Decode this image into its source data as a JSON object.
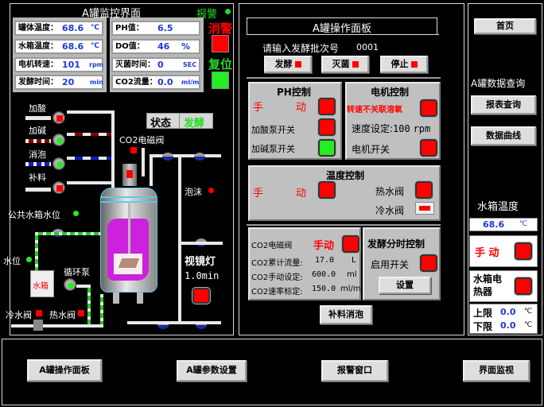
{
  "monitor": {
    "title": "A罐监控界面",
    "alarm_label": "报警",
    "silence_label": "消警",
    "reset_label": "复位",
    "fields": [
      {
        "label": "罐体温度：",
        "value": "68.6",
        "unit": "℃"
      },
      {
        "label": "水箱温度：",
        "value": "68.6",
        "unit": "℃"
      },
      {
        "label": "电机转速：",
        "value": "101",
        "unit": "rpm"
      },
      {
        "label": "发酵时间：",
        "value": "20",
        "unit": "min"
      },
      {
        "label": "PH值：",
        "value": "6.5",
        "unit": ""
      },
      {
        "label": "DO值：",
        "value": "46",
        "unit": "%"
      },
      {
        "label": "灭菌时间：",
        "value": "0",
        "unit": "SEC"
      },
      {
        "label": "CO2流量：",
        "value": "0.0",
        "unit": "ml/m"
      }
    ],
    "status_label": "状态",
    "status_value": "发酵",
    "pumps": [
      "加酸",
      "加碱",
      "消泡",
      "补料"
    ],
    "co2_valve_label": "CO2电磁阀",
    "foam_label": "泡沫",
    "public_tank_label": "公共水箱水位",
    "water_level_label": "水位",
    "tank_label": "水箱",
    "circ_pump_label": "循环泵",
    "cold_valve_label": "冷水阀",
    "hot_valve_label": "热水阀",
    "sight_lamp_label": "视镜灯",
    "sight_lamp_time": "1.0min"
  },
  "ops": {
    "title": "A罐操作面板",
    "batch_prompt": "请输入发酵批次号",
    "batch_no": "0001",
    "buttons": [
      "发酵",
      "灭菌",
      "停止"
    ],
    "ph": {
      "title": "PH控制",
      "mode_a": "手",
      "mode_b": "动",
      "acid_pump": "加酸泵开关",
      "base_pump": "加碱泵开关"
    },
    "motor": {
      "title": "电机控制",
      "do_link": "转速不关联溶氧",
      "speed_label": "速度设定:",
      "speed_value": "100",
      "speed_unit": "rpm",
      "switch": "电机开关"
    },
    "temp": {
      "title": "温度控制",
      "mode_a": "手",
      "mode_b": "动",
      "hot_valve": "热水阀",
      "cold_valve": "冷水阀"
    },
    "co2": {
      "valve_label": "CO2电磁阀",
      "mode": "手动",
      "total_label": "CO2累计流量:",
      "total_value": "17.0",
      "total_unit": "L",
      "manual_label": "CO2手动设定:",
      "manual_value": "600.0",
      "manual_unit": "ml",
      "rate_label": "CO2速率标定:",
      "rate_value": "150.0",
      "rate_unit": "ml/m"
    },
    "timed": {
      "title": "发酵分时控制",
      "enable": "启用开关",
      "set": "设置"
    },
    "feed_defoam": "补料消泡"
  },
  "side": {
    "home": "首页",
    "query_title": "A罐数据查询",
    "report": "报表查询",
    "curve": "数据曲线",
    "tank_temp_title": "水箱温度",
    "tank_temp_value": "68.6",
    "tank_temp_unit": "℃",
    "mode": "手 动",
    "heater": "水箱电热器",
    "upper_label": "上限",
    "upper_value": "0.0",
    "lower_label": "下限",
    "lower_value": "0.0",
    "limit_unit": "℃"
  },
  "footer": {
    "buttons": [
      "A罐操作面板",
      "A罐参数设置",
      "报警窗口",
      "界面监视"
    ]
  },
  "colors": {
    "alarm_red": "#ff0000",
    "ok_green": "#22ee22",
    "value_blue": "#1a3ad8"
  }
}
